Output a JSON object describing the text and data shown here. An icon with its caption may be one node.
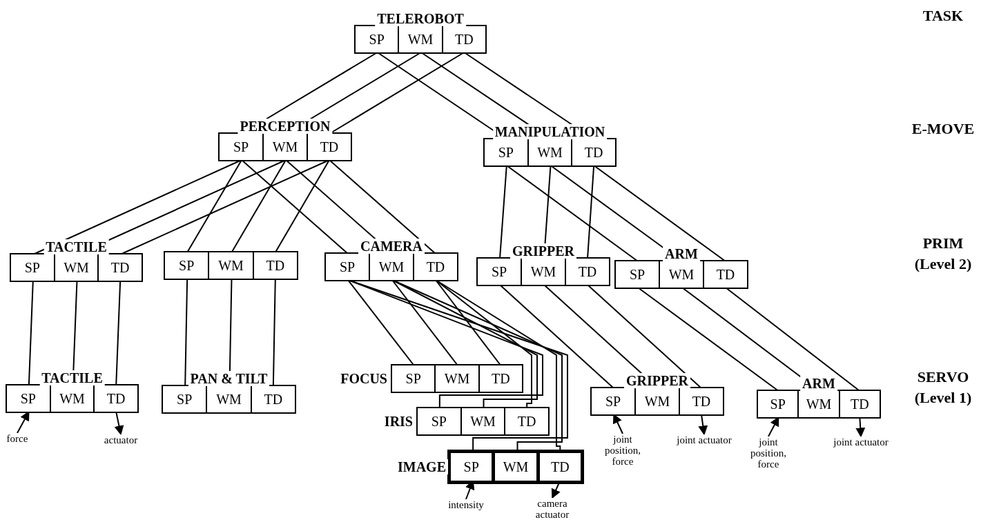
{
  "diagram": {
    "nodes": [
      {
        "text": [
          "TELEROBOT"
        ]
      },
      {
        "text": [
          "SP"
        ],
        "in": 0
      },
      {
        "text": [
          "WM"
        ],
        "in": 0
      },
      {
        "text": [
          "TD"
        ],
        "in": 0
      },
      {
        "text": [
          "PERCEPTION"
        ]
      },
      {
        "text": [
          "SP"
        ],
        "in": 4
      },
      {
        "text": [
          "WM"
        ],
        "in": 4
      },
      {
        "text": [
          "TD"
        ],
        "in": 4
      },
      {
        "text": [
          "MANIPULATION"
        ]
      },
      {
        "text": [
          "SP"
        ],
        "in": 8
      },
      {
        "text": [
          "WM"
        ],
        "in": 8
      },
      {
        "text": [
          "TD"
        ],
        "in": 8
      },
      {
        "text": [
          "TACTILE"
        ]
      },
      {
        "text": [
          "SP"
        ],
        "in": 12
      },
      {
        "text": [
          "WM"
        ],
        "in": 12
      },
      {
        "text": [
          "TD"
        ],
        "in": 12
      },
      {
        "text": [],
        "shape": "box"
      },
      {
        "text": [
          "SP"
        ],
        "in": 16
      },
      {
        "text": [
          "WM"
        ],
        "in": 16
      },
      {
        "text": [
          "TD"
        ],
        "in": 16
      },
      {
        "text": [
          "CAMERA"
        ]
      },
      {
        "text": [
          "SP"
        ],
        "in": 20
      },
      {
        "text": [
          "WM"
        ],
        "in": 20
      },
      {
        "text": [
          "TD"
        ],
        "in": 20
      },
      {
        "text": [
          "GRIPPER"
        ]
      },
      {
        "text": [
          "SP"
        ],
        "in": 24
      },
      {
        "text": [
          "WM"
        ],
        "in": 24
      },
      {
        "text": [
          "TD"
        ],
        "in": 24
      },
      {
        "text": [
          "ARM"
        ]
      },
      {
        "text": [
          "SP"
        ],
        "in": 28
      },
      {
        "text": [
          "WM"
        ],
        "in": 28
      },
      {
        "text": [
          "TD"
        ],
        "in": 28
      },
      {
        "text": [
          "TACTILE"
        ]
      },
      {
        "text": [
          "SP"
        ],
        "in": 32
      },
      {
        "text": [
          "WM"
        ],
        "in": 32
      },
      {
        "text": [
          "TD"
        ],
        "in": 32
      },
      {
        "text": [
          "PAN & TILT"
        ]
      },
      {
        "text": [
          "SP"
        ],
        "in": 36
      },
      {
        "text": [
          "WM"
        ],
        "in": 36
      },
      {
        "text": [
          "TD"
        ],
        "in": 36
      },
      {
        "text": [
          "FOCUS"
        ]
      },
      {
        "text": [
          "SP"
        ],
        "in": 40
      },
      {
        "text": [
          "WM"
        ],
        "in": 40
      },
      {
        "text": [
          "TD"
        ],
        "in": 40
      },
      {
        "text": [
          "IRIS"
        ]
      },
      {
        "text": [
          "SP"
        ],
        "in": 44
      },
      {
        "text": [
          "WM"
        ],
        "in": 44
      },
      {
        "text": [
          "TD"
        ],
        "in": 44
      },
      {
        "text": [
          "IMAGE"
        ]
      },
      {
        "text": [
          "SP"
        ],
        "in": 48
      },
      {
        "text": [
          "WM"
        ],
        "in": 48
      },
      {
        "text": [
          "TD"
        ],
        "in": 48
      },
      {
        "text": [
          "GRIPPER"
        ]
      },
      {
        "text": [
          "SP"
        ],
        "in": 52
      },
      {
        "text": [
          "WM"
        ],
        "in": 52
      },
      {
        "text": [
          "TD"
        ],
        "in": 52
      },
      {
        "text": [
          "ARM"
        ]
      },
      {
        "text": [
          "SP"
        ],
        "in": 56
      },
      {
        "text": [
          "WM"
        ],
        "in": 56
      },
      {
        "text": [
          "TD"
        ],
        "in": 56
      },
      {
        "text": [
          "force"
        ]
      },
      {
        "text": [
          "actuator"
        ]
      },
      {
        "text": [
          "intensity"
        ]
      },
      {
        "text": [
          "camera actuator"
        ]
      },
      {
        "text": [
          "joint position, force"
        ]
      },
      {
        "text": [
          "joint actuator"
        ]
      },
      {
        "text": [
          "joint position, force"
        ]
      },
      {
        "text": [
          "joint actuator"
        ]
      }
    ],
    "edges": [
      {
        "from": 1,
        "to": 5,
        "arrow": "none"
      },
      {
        "from": 2,
        "to": 6,
        "arrow": "none"
      },
      {
        "from": 3,
        "to": 7,
        "arrow": "none"
      },
      {
        "from": 1,
        "to": 9,
        "arrow": "none"
      },
      {
        "from": 2,
        "to": 10,
        "arrow": "none"
      },
      {
        "from": 3,
        "to": 11,
        "arrow": "none"
      },
      {
        "from": 5,
        "to": 13,
        "arrow": "none"
      },
      {
        "from": 6,
        "to": 14,
        "arrow": "none"
      },
      {
        "from": 7,
        "to": 15,
        "arrow": "none"
      },
      {
        "from": 5,
        "to": 17,
        "arrow": "none"
      },
      {
        "from": 6,
        "to": 18,
        "arrow": "none"
      },
      {
        "from": 7,
        "to": 19,
        "arrow": "none"
      },
      {
        "from": 5,
        "to": 21,
        "arrow": "none"
      },
      {
        "from": 6,
        "to": 22,
        "arrow": "none"
      },
      {
        "from": 7,
        "to": 23,
        "arrow": "none"
      },
      {
        "from": 9,
        "to": 25,
        "arrow": "none"
      },
      {
        "from": 10,
        "to": 26,
        "arrow": "none"
      },
      {
        "from": 11,
        "to": 27,
        "arrow": "none"
      },
      {
        "from": 9,
        "to": 29,
        "arrow": "none"
      },
      {
        "from": 10,
        "to": 30,
        "arrow": "none"
      },
      {
        "from": 11,
        "to": 31,
        "arrow": "none"
      },
      {
        "from": 13,
        "to": 33,
        "arrow": "none"
      },
      {
        "from": 14,
        "to": 34,
        "arrow": "none"
      },
      {
        "from": 15,
        "to": 35,
        "arrow": "none"
      },
      {
        "from": 17,
        "to": 37,
        "arrow": "none"
      },
      {
        "from": 18,
        "to": 38,
        "arrow": "none"
      },
      {
        "from": 19,
        "to": 39,
        "arrow": "none"
      },
      {
        "from": 21,
        "to": 41,
        "arrow": "none"
      },
      {
        "from": 21,
        "to": 45,
        "arrow": "none"
      },
      {
        "from": 21,
        "to": 49,
        "arrow": "none"
      },
      {
        "from": 22,
        "to": 42,
        "arrow": "none"
      },
      {
        "from": 22,
        "to": 46,
        "arrow": "none"
      },
      {
        "from": 22,
        "to": 50,
        "arrow": "none"
      },
      {
        "from": 23,
        "to": 43,
        "arrow": "none"
      },
      {
        "from": 23,
        "to": 47,
        "arrow": "none"
      },
      {
        "from": 23,
        "to": 51,
        "arrow": "none"
      },
      {
        "from": 25,
        "to": 53,
        "arrow": "none"
      },
      {
        "from": 26,
        "to": 54,
        "arrow": "none"
      },
      {
        "from": 27,
        "to": 55,
        "arrow": "none"
      },
      {
        "from": 29,
        "to": 57,
        "arrow": "none"
      },
      {
        "from": 30,
        "to": 58,
        "arrow": "none"
      },
      {
        "from": 31,
        "to": 59,
        "arrow": "none"
      },
      {
        "from": 60,
        "to": 33,
        "arrow": "to"
      },
      {
        "from": 35,
        "to": 61,
        "arrow": "to"
      },
      {
        "from": 62,
        "to": 49,
        "arrow": "to"
      },
      {
        "from": 51,
        "to": 63,
        "arrow": "to"
      },
      {
        "from": 64,
        "to": 53,
        "arrow": "to"
      },
      {
        "from": 55,
        "to": 65,
        "arrow": "to"
      },
      {
        "from": 66,
        "to": 57,
        "arrow": "to"
      },
      {
        "from": 59,
        "to": 67,
        "arrow": "to"
      }
    ],
    "labels": [
      "TASK",
      "E-MOVE",
      "PRIM (Level 2)",
      "SERVO (Level 1)"
    ]
  }
}
